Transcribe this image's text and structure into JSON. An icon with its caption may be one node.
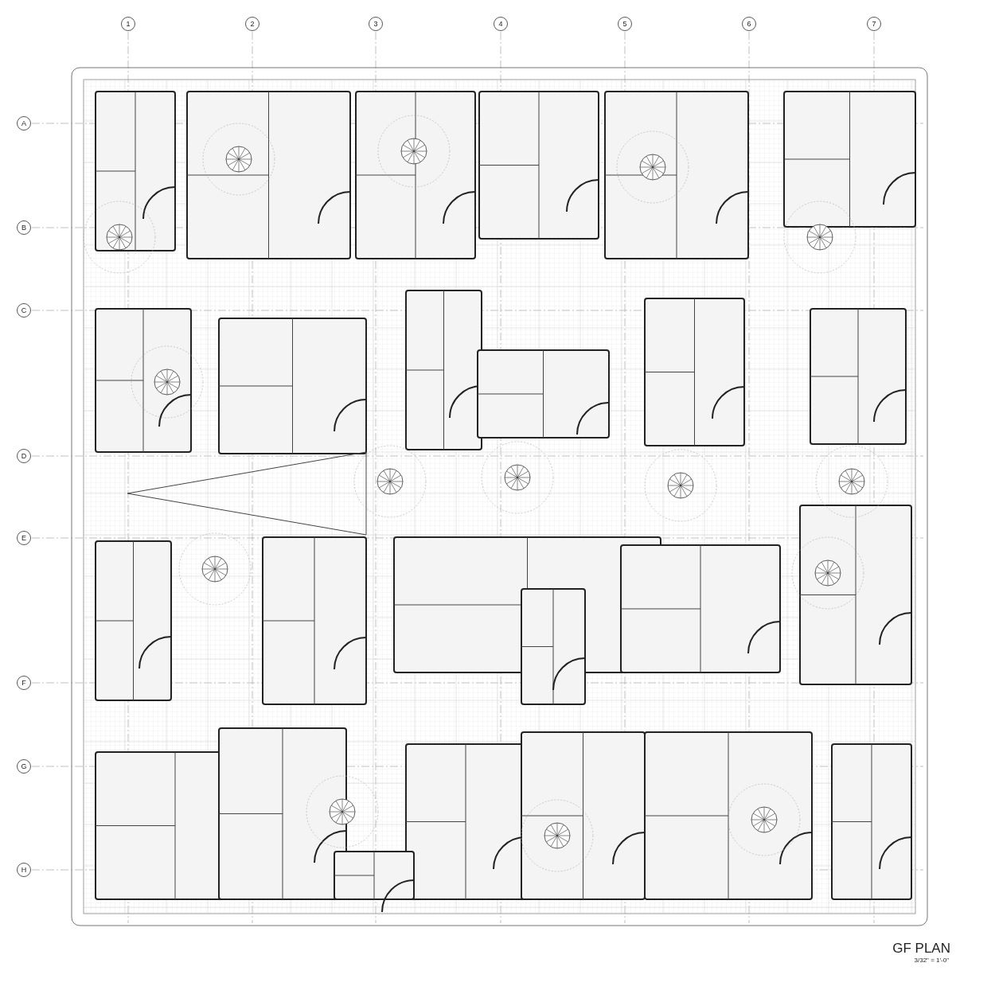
{
  "diagram": {
    "title": "GF PLAN",
    "labels": [
      "1",
      "2",
      "3",
      "4",
      "5",
      "6",
      "7",
      "A",
      "B",
      "C",
      "D",
      "E",
      "F",
      "G",
      "H",
      "3/32\" = 1'-0\""
    ]
  }
}
